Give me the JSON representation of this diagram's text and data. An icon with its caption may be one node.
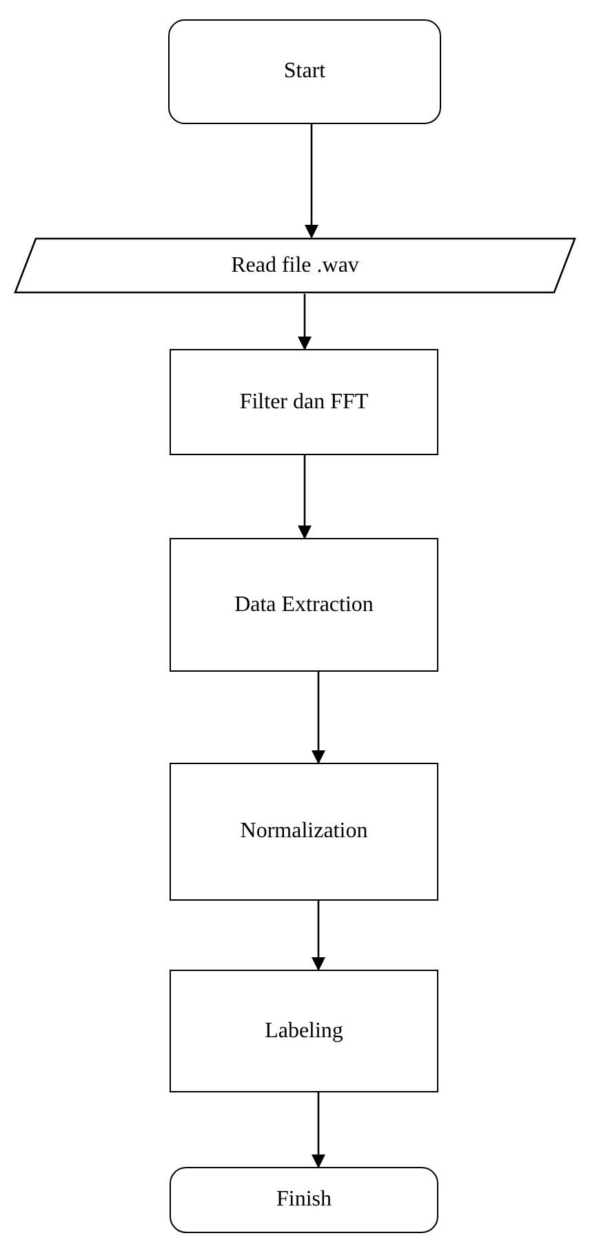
{
  "diagram": {
    "nodes": [
      {
        "text": [
          "Start"
        ]
      },
      {
        "text": [
          "Read file .wav"
        ]
      },
      {
        "text": [
          "Filter dan FFT"
        ]
      },
      {
        "text": [
          "Data Extraction"
        ]
      },
      {
        "text": [
          "Normalization"
        ]
      },
      {
        "text": [
          "Labeling"
        ]
      },
      {
        "text": [
          "Finish"
        ]
      }
    ],
    "edges": [
      {
        "from": 0,
        "to": 1,
        "arrow": "to"
      },
      {
        "from": 1,
        "to": 2,
        "arrow": "to"
      },
      {
        "from": 2,
        "to": 3,
        "arrow": "to"
      },
      {
        "from": 3,
        "to": 4,
        "arrow": "to"
      },
      {
        "from": 4,
        "to": 5,
        "arrow": "to"
      },
      {
        "from": 5,
        "to": 6,
        "arrow": "to"
      }
    ]
  }
}
